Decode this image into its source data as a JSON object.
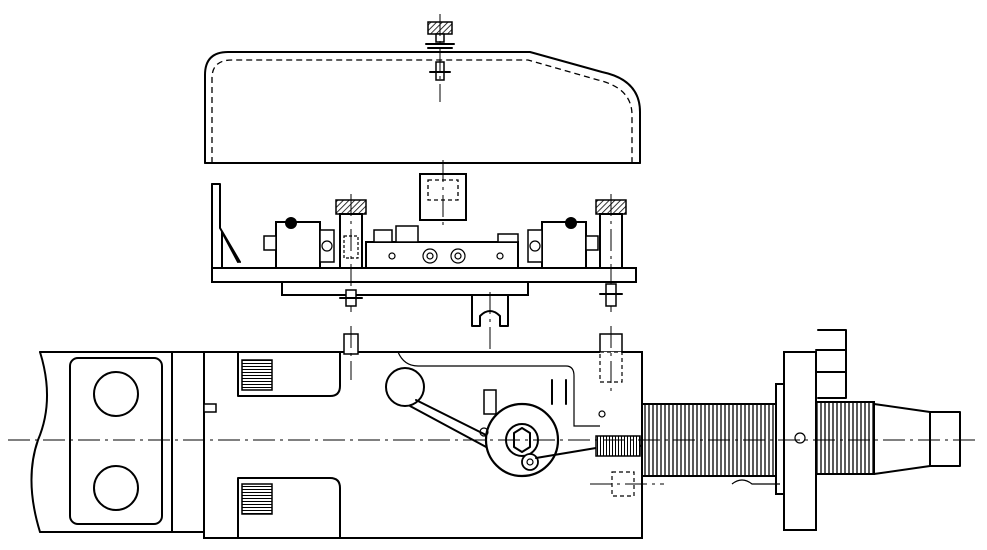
{
  "figure": {
    "type": "technical-assembly-drawing",
    "components": [
      {
        "name": "cover",
        "icon": "cover-icon"
      },
      {
        "name": "mechanism-plate",
        "icon": "plate-icon"
      },
      {
        "name": "holder-body",
        "icon": "body-icon"
      },
      {
        "name": "threaded-spindle",
        "icon": "spindle-icon"
      }
    ],
    "line_color": "#000000",
    "background": "#ffffff"
  }
}
